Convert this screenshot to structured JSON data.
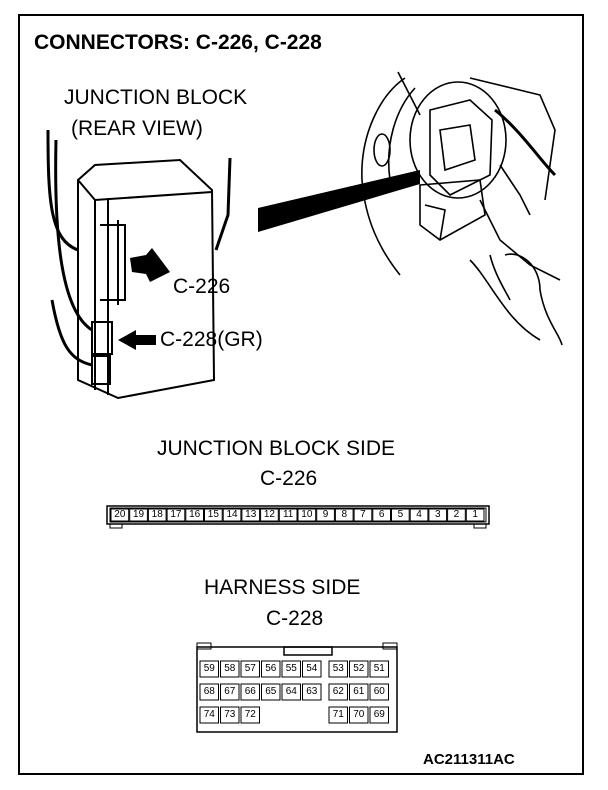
{
  "title": "CONNECTORS: C-226, C-228",
  "junction_block": {
    "title": "JUNCTION BLOCK",
    "subtitle": "(REAR VIEW)",
    "label_c226": "C-226",
    "label_c228": "C-228(GR)"
  },
  "jb_side": {
    "title": "JUNCTION BLOCK SIDE",
    "connector": "C-226",
    "pins": [
      "20",
      "19",
      "18",
      "17",
      "16",
      "15",
      "14",
      "13",
      "12",
      "11",
      "10",
      "9",
      "8",
      "7",
      "6",
      "5",
      "4",
      "3",
      "2",
      "1"
    ]
  },
  "harness_side": {
    "title": "HARNESS SIDE",
    "connector": "C-228",
    "row1": [
      "59",
      "58",
      "57",
      "56",
      "55",
      "54",
      "53",
      "52",
      "51"
    ],
    "row2": [
      "68",
      "67",
      "66",
      "65",
      "64",
      "63",
      "62",
      "61",
      "60"
    ],
    "row3_left": [
      "74",
      "73",
      "72"
    ],
    "row3_right": [
      "71",
      "70",
      "69"
    ]
  },
  "figure_code": "AC211311AC"
}
